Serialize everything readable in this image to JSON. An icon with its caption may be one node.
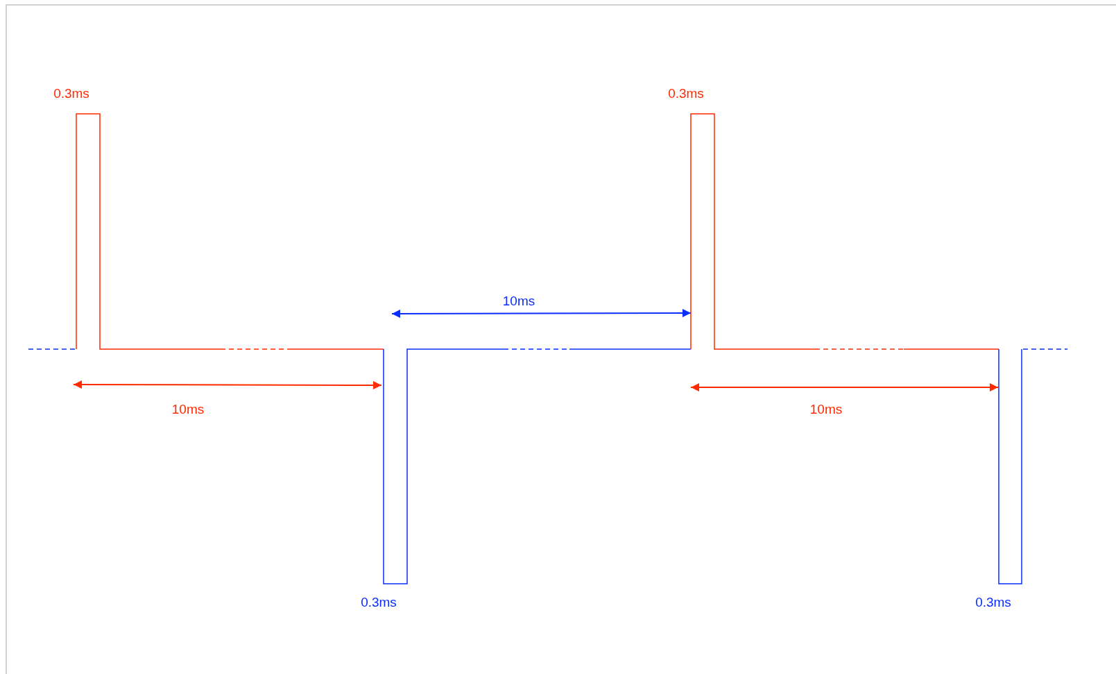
{
  "diagram": {
    "labels": [
      "0.3ms",
      "0.3ms",
      "10ms",
      "10ms",
      "10ms",
      "0.3ms",
      "0.3ms"
    ]
  }
}
